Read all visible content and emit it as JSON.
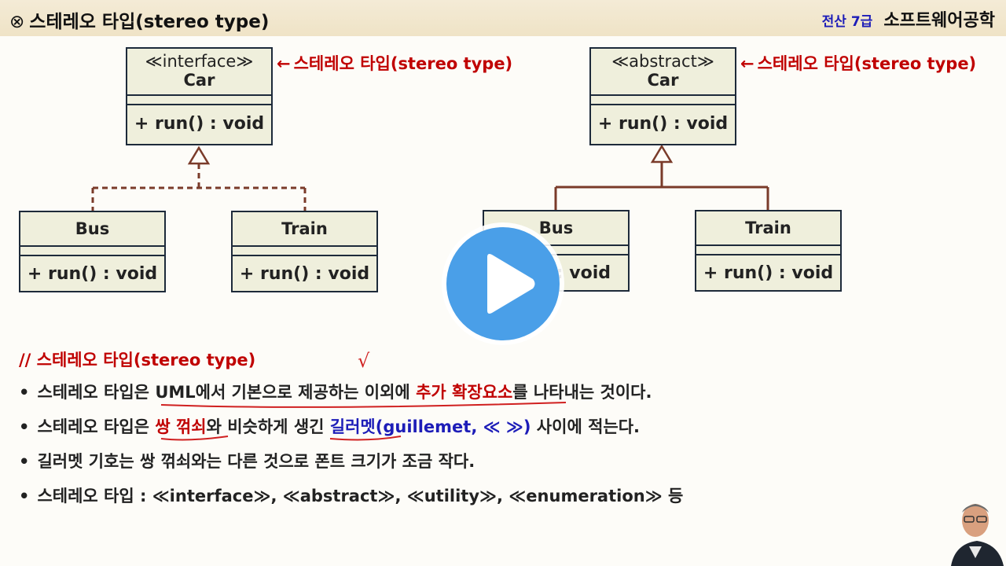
{
  "header": {
    "symbol": "⊗",
    "title": "스테레오 타입(stereo type)",
    "grade": "전산 7급",
    "course": "소프트웨어공학"
  },
  "diagram_left": {
    "parent": {
      "stereotype": "≪interface≫",
      "name": "Car",
      "operation": "+ run() : void"
    },
    "annotation": "스테레오 타입(stereo type)",
    "child1": {
      "name": "Bus",
      "operation": "+ run() : void"
    },
    "child2": {
      "name": "Train",
      "operation": "+ run() : void"
    }
  },
  "diagram_right": {
    "parent": {
      "stereotype": "≪abstract≫",
      "name": "Car",
      "operation": "+ run() : void"
    },
    "annotation": "스테레오 타입(stereo type)",
    "child1": {
      "name": "Bus",
      "operation": ": void"
    },
    "child2": {
      "name": "Train",
      "operation": "+ run() : void"
    }
  },
  "annotation_arrow": "←",
  "section": {
    "title": "// 스테레오 타입(stereo type)",
    "check_mark": "√"
  },
  "bullets": [
    {
      "a": "스테레오 타입은 ",
      "b": "UML에서 기본으로 제공하는",
      "c": " 이외에 ",
      "d": "추가 확장요소",
      "e": "를 나타내는 것이다."
    },
    {
      "a": "스테레오 타입은 ",
      "b": "쌍 꺾쇠",
      "c": "와 비슷하게 생긴 ",
      "d": "길러멧(guillemet, ≪ ≫)",
      "e": " 사이에 적는다."
    },
    {
      "text": "길러멧 기호는 쌍 꺾쇠와는 다른 것으로 폰트 크기가 조금 작다."
    },
    {
      "text": "스테레오 타입 : ≪interface≫, ≪abstract≫, ≪utility≫, ≪enumeration≫ 등"
    }
  ],
  "bullet_symbol": "•",
  "colors": {
    "accent_red": "#c00000",
    "accent_blue": "#1d1db8",
    "play": "#4a9fe8"
  }
}
